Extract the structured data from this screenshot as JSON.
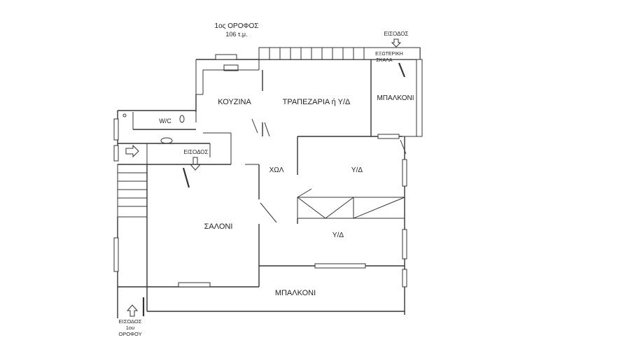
{
  "plan": {
    "title": "1ος ΟΡΟΦΟΣ",
    "area": "106 τ.μ.",
    "rooms": {
      "kitchen": "ΚΟΥΖΙΝΑ",
      "dining": "ΤΡΑΠΕΖΑΡΙΑ ή Υ/Δ",
      "balcony_top": "ΜΠΑΛΚΟΝΙ",
      "wc": "W/C",
      "hall": "ΧΩΛ",
      "bedroom1": "Υ/Δ",
      "living": "ΣΑΛΟΝΙ",
      "bedroom2": "Υ/Δ",
      "balcony_bottom": "ΜΠΑΛΚΟΝΙ"
    },
    "entrance_top": "ΕΙΣΟΔΟΣ",
    "external_stair_line1": "ΕΞΩΤΕΡΙΚΗ",
    "external_stair_line2": "ΣΚΑΛΑ",
    "entrance_mid": "ΕΙΣΟΔΟΣ",
    "entrance_first_floor_line1": "ΕΙΣΟΔΟΣ",
    "entrance_first_floor_line2": "1ου",
    "entrance_first_floor_line3": "ΟΡΟΦΟΥ"
  }
}
